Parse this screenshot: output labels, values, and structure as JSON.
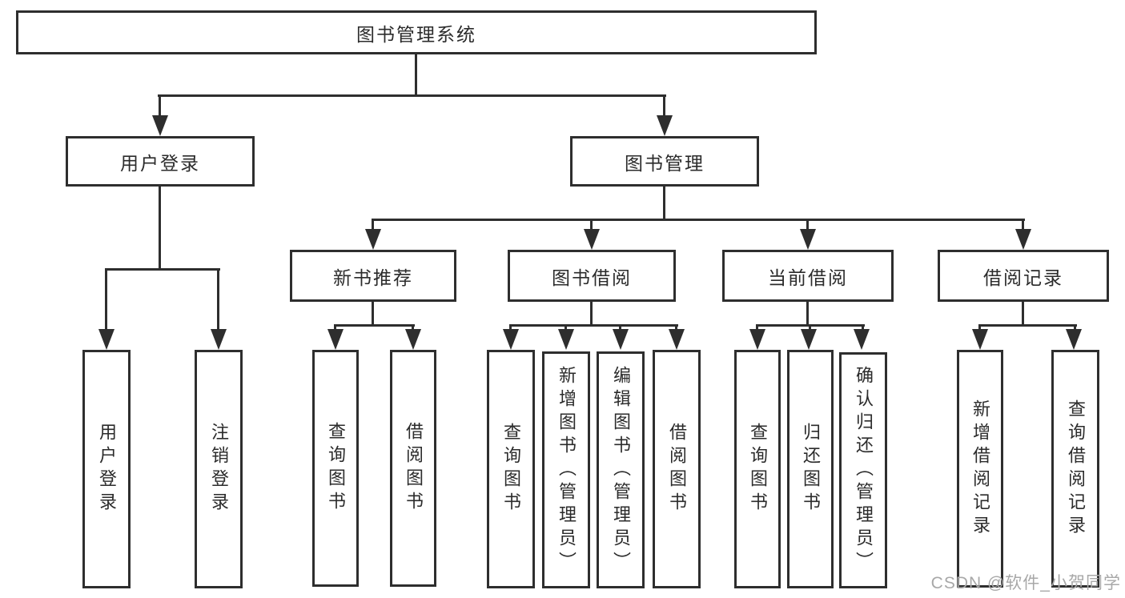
{
  "diagram": {
    "colors": {
      "line": "#2e2e2e",
      "text": "#2b2b2b",
      "box-bg": "#ffffff",
      "background": "#ffffff",
      "watermark": "#a8a8a8"
    },
    "tree": {
      "root": {
        "label": "图书管理系统",
        "children": [
          {
            "label": "用户登录",
            "children": [
              {
                "label": "用户登录"
              },
              {
                "label": "注销登录"
              }
            ]
          },
          {
            "label": "图书管理",
            "children": [
              {
                "label": "新书推荐",
                "children": [
                  {
                    "label": "查询图书"
                  },
                  {
                    "label": "借阅图书"
                  }
                ]
              },
              {
                "label": "图书借阅",
                "children": [
                  {
                    "label": "查询图书"
                  },
                  {
                    "label": "新增图书（管理员）"
                  },
                  {
                    "label": "编辑图书（管理员）"
                  },
                  {
                    "label": "借阅图书"
                  }
                ]
              },
              {
                "label": "当前借阅",
                "children": [
                  {
                    "label": "查询图书"
                  },
                  {
                    "label": "归还图书"
                  },
                  {
                    "label": "确认归还（管理员）"
                  }
                ]
              },
              {
                "label": "借阅记录",
                "children": [
                  {
                    "label": "新增借阅记录"
                  },
                  {
                    "label": "查询借阅记录"
                  }
                ]
              }
            ]
          }
        ]
      }
    },
    "watermark": "CSDN @软件_小贺同学"
  }
}
